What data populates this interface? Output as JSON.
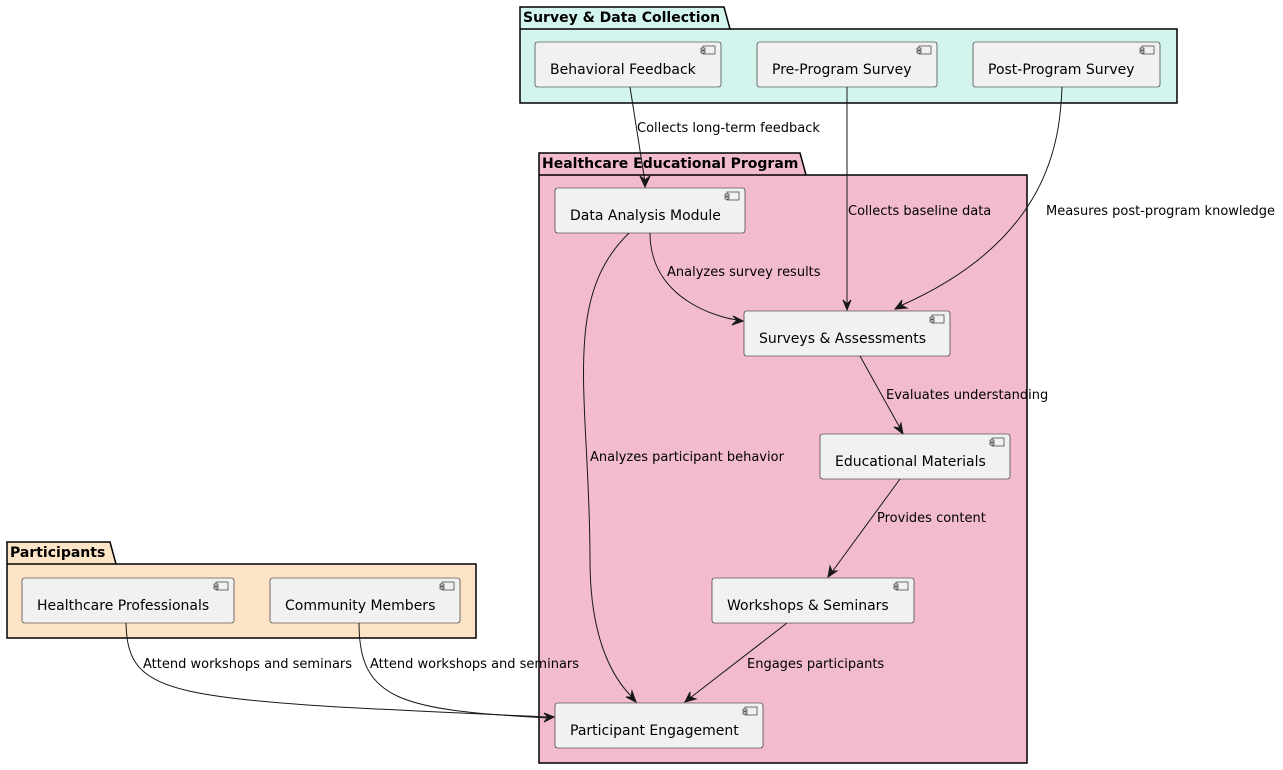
{
  "packages": {
    "survey": {
      "title": "Survey & Data Collection",
      "color": "#D4F4EE"
    },
    "program": {
      "title": "Healthcare Educational Program",
      "color": "#F2BBCF"
    },
    "participants": {
      "title": "Participants",
      "color": "#FDE4C7"
    }
  },
  "components": {
    "behavioral_feedback": "Behavioral Feedback",
    "pre_program_survey": "Pre-Program Survey",
    "post_program_survey": "Post-Program Survey",
    "data_analysis_module": "Data Analysis Module",
    "surveys_assessments": "Surveys & Assessments",
    "educational_materials": "Educational Materials",
    "workshops_seminars": "Workshops & Seminars",
    "participant_engagement": "Participant Engagement",
    "healthcare_professionals": "Healthcare Professionals",
    "community_members": "Community Members"
  },
  "edges": {
    "feedback_to_analysis": "Collects long-term feedback",
    "pre_to_surveys": "Collects baseline data",
    "post_to_surveys": "Measures post-program knowledge",
    "analysis_to_surveys": "Analyzes survey results",
    "analysis_to_engagement": "Analyzes participant behavior",
    "surveys_to_materials": "Evaluates understanding",
    "materials_to_workshops": "Provides content",
    "workshops_to_engagement": "Engages participants",
    "professionals_to_engagement": "Attend workshops and seminars",
    "community_to_engagement": "Attend workshops and seminars"
  }
}
